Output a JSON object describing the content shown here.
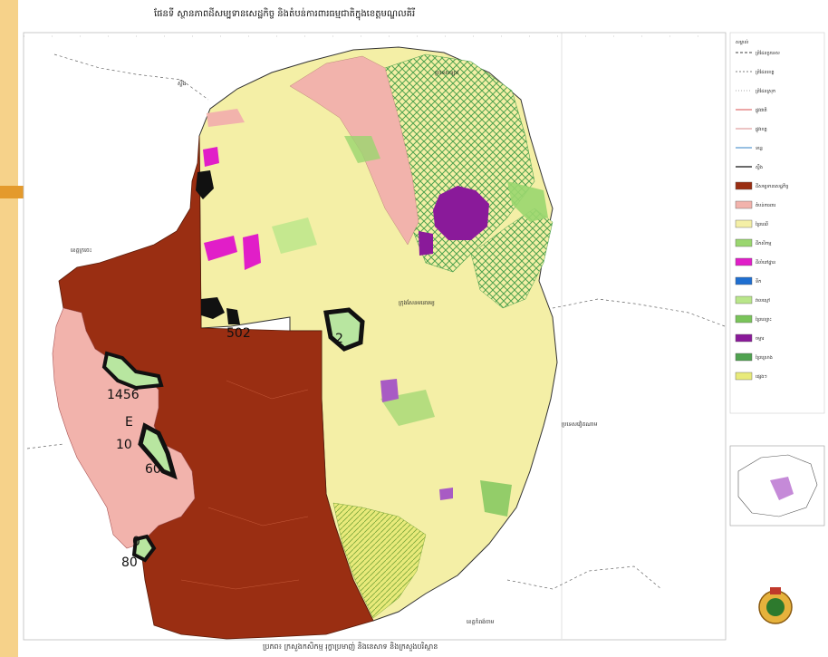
{
  "title": "ផែនទី  ស្ថានភាពដីសម្បទានសេដ្ឋកិច្ច និងតំបន់ការពារធម្មជាតិក្នុងខេត្តមណ្ឌលគិរី",
  "caption": "ប្រភព៖ ក្រសួងកសិកម្ម រុក្ខាប្រមាញ់ និងនេសាទ និងក្រសួងបរិស្ថាន",
  "colors": {
    "concession": "#9a2e12",
    "protected_pink": "#f2b3ac",
    "forest_yellow": "#f4efa6",
    "agri_green": "#9ad66f",
    "hatch_green": "#4fa24f",
    "purple": "#8a1a9a",
    "magenta": "#e11ec8",
    "boundary": "#111111"
  },
  "map_labels": {
    "north_country": "ប្រទេសឡាវ",
    "west_country": "ខេត្តក្រចេះ",
    "east_country": "ប្រទេសវៀតណាម",
    "south_province": "ខេត្តកំពង់ចាម",
    "center_town": "ក្រុងសែនមនោរម្យ",
    "stung_label": "ស្ទឹង"
  },
  "area_numbers": {
    "a": "1456",
    "b": "E",
    "c": "10",
    "d": "60",
    "e": "0",
    "f": "80",
    "g": "502",
    "h": "2"
  },
  "legend": {
    "heading": "សម្គាល់",
    "items": [
      "ព្រំដែនប្រទេស",
      "ព្រំដែនខេត្ត",
      "ព្រំដែនស្រុក",
      "ផ្លូវជាតិ",
      "ផ្លូវខេត្ត",
      "ទន្លេ",
      "ស្ទឹង",
      "ដីសម្បទានសេដ្ឋកិច្ច",
      "តំបន់ការពារ",
      "ព្រៃឈើ",
      "ដីកសិកម្ម",
      "ដីលំនៅដ្ឋាន",
      "ទឹក",
      "វាលស្មៅ",
      "ព្រៃល្បោះ",
      "ចម្ការ",
      "ព្រៃស្រោង",
      "ផ្សេងៗ"
    ]
  }
}
